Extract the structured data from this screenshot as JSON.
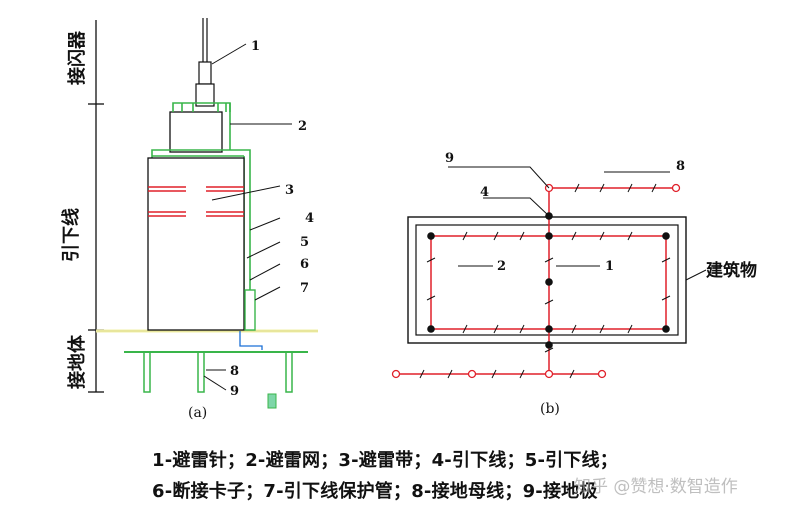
{
  "diagram": {
    "colors": {
      "green": "#39b54a",
      "red": "#e0202a",
      "ground": "#f2f0a8",
      "dark": "#111111",
      "blue": "#1a6fd6"
    },
    "side_labels": {
      "top": "接闪器",
      "middle": "引下线",
      "bottom": "接地体"
    },
    "left_callouts": [
      "1",
      "2",
      "3",
      "4",
      "5",
      "6",
      "7",
      "8",
      "9"
    ],
    "right_callouts": {
      "n9": "9",
      "n8": "8",
      "n4": "4",
      "n2": "2",
      "n1": "1"
    },
    "building_label": "建筑物",
    "caption_a": "(a)",
    "caption_b": "(b)"
  },
  "legend": {
    "line1": "1-避雷针；2-避雷网；3-避雷带；4-引下线；5-引下线；",
    "line2": "6-断接卡子；7-引下线保护管；8-接地母线；9-接地极"
  },
  "watermark": "知乎 @赞想·数智造作"
}
